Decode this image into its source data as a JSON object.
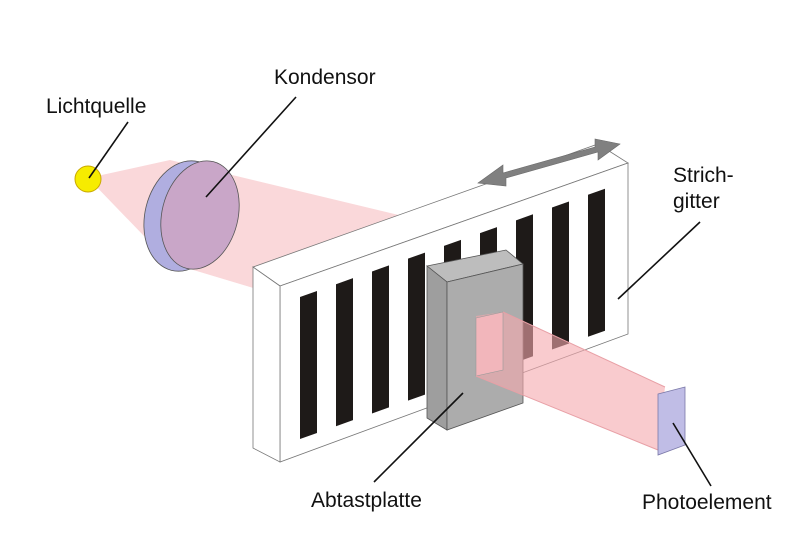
{
  "labels": {
    "light_source": "Lichtquelle",
    "condenser": "Kondensor",
    "grating_line1": "Strich-",
    "grating_line2": "gitter",
    "scanning_plate": "Abtastplatte",
    "photo_element": "Photoelement"
  },
  "colors": {
    "light_beam": "#f5b8bc",
    "light_source": "#f6ec00",
    "condenser_face": "#c9a6c8",
    "condenser_edge": "#b0aee0",
    "grating_bar": "#1e1a18",
    "scanning_plate": "#acacac",
    "photo_element": "#c0bde6",
    "arrow": "#808080"
  },
  "grating_bar_count": 9
}
